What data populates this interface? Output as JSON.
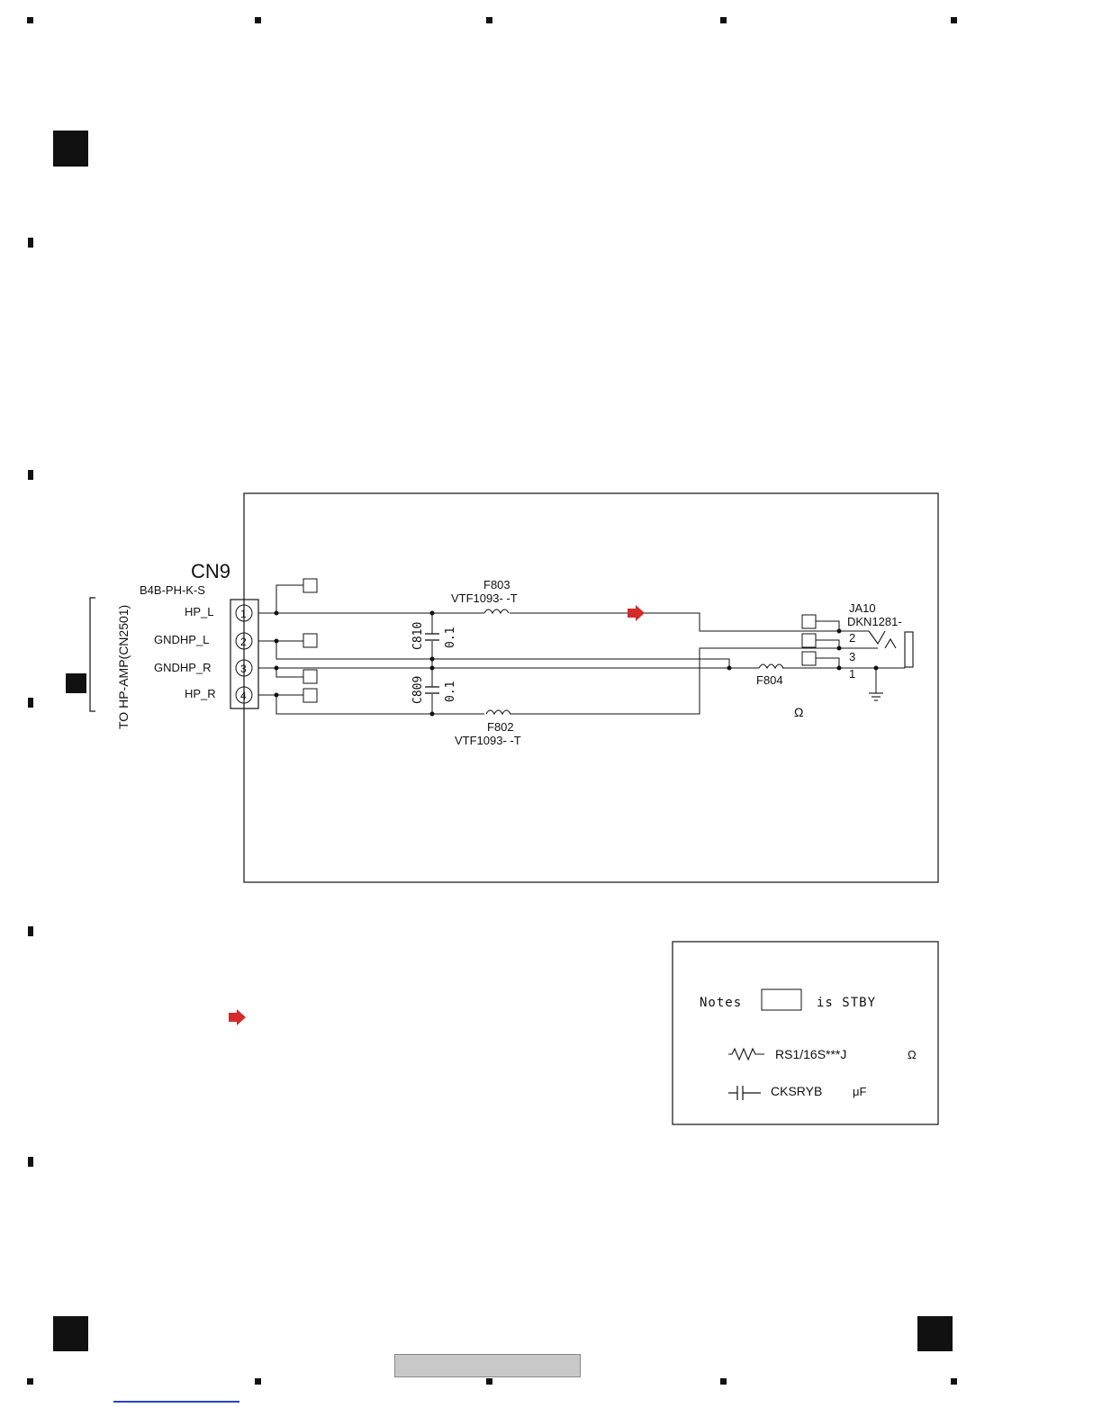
{
  "connector": {
    "ref": "CN9",
    "part": "B4B-PH-K-S",
    "side_label": "TO HP-AMP(CN2501)",
    "pins": [
      {
        "num": "1",
        "name": "HP_L"
      },
      {
        "num": "2",
        "name": "GNDHP_L"
      },
      {
        "num": "3",
        "name": "GNDHP_R"
      },
      {
        "num": "4",
        "name": "HP_R"
      }
    ]
  },
  "components": {
    "f803": {
      "ref": "F803",
      "part": "VTF1093- -T"
    },
    "f802": {
      "ref": "F802",
      "part": "VTF1093- -T"
    },
    "f804": {
      "ref": "F804"
    },
    "c810": {
      "ref": "C810",
      "value": "0.1"
    },
    "c809": {
      "ref": "C809",
      "value": "0.1"
    },
    "ja10": {
      "ref": "JA10",
      "part": "DKN1281-",
      "pins": [
        "2",
        "3",
        "1"
      ]
    },
    "ohm_symbol": "Ω"
  },
  "notes": {
    "title": "Notes",
    "stby_text": "is STBY",
    "resistor_text": "RS1/16S***J",
    "resistor_unit": "Ω",
    "capacitor_text": "CKSRYB",
    "capacitor_unit": "μF"
  },
  "colors": {
    "signal_arrow": "#d42a2a",
    "line": "#111111"
  }
}
